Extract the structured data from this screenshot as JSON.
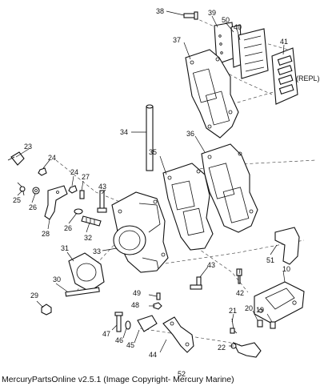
{
  "caption": "MercuryPartsOnline v2.5.1 (Image Copyright- Mercury Marine)",
  "part_labels": {
    "p38": "38",
    "p39": "39",
    "p50": "50",
    "p40": "40",
    "p37": "37",
    "p41": "41",
    "repl": "(REPL)",
    "p34": "34",
    "p36": "36",
    "p35": "35",
    "p23": "23",
    "p24a": "24",
    "p24b": "24",
    "p27": "27",
    "p43a": "43",
    "p25": "25",
    "p26a": "26",
    "p26b": "26",
    "p28": "28",
    "p32": "32",
    "p31": "31",
    "p33": "33",
    "p51": "51",
    "p10": "10",
    "p43b": "43",
    "p42": "42",
    "p30": "30",
    "p49": "49",
    "p48": "48",
    "p29": "29",
    "p21": "21",
    "p20": "20",
    "p19": "19",
    "p47": "47",
    "p46": "46",
    "p45": "45",
    "p44": "44",
    "p22": "22",
    "p52": "52"
  }
}
